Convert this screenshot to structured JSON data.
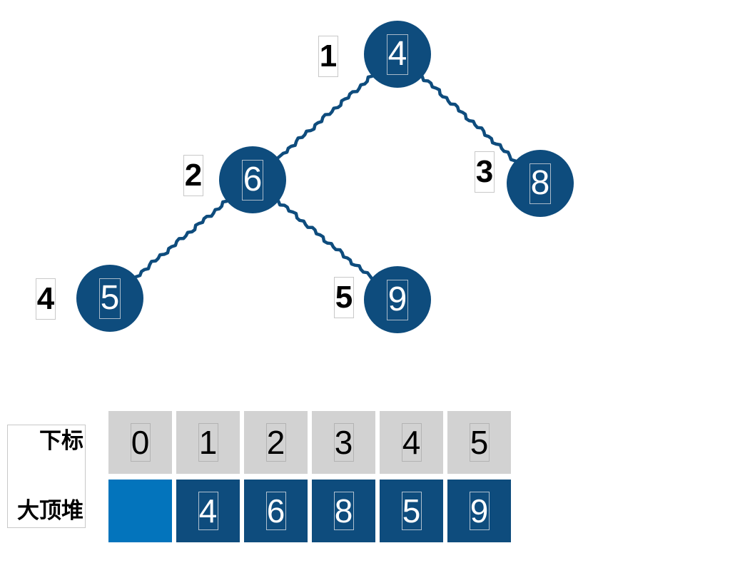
{
  "title": "max-heap-tree-and-array-diagram",
  "colors": {
    "node_fill": "#0e4c7d",
    "edge": "#0e4c7d",
    "index_cell_bg": "#d2d2d2",
    "heap_cell_bg": "#0e4c7d",
    "heap_empty_cell_bg": "#0374bc",
    "index_text": "#000000",
    "heap_text": "#ffffff"
  },
  "tree": {
    "nodes": [
      {
        "index_label": "1",
        "value": "4"
      },
      {
        "index_label": "2",
        "value": "6"
      },
      {
        "index_label": "3",
        "value": "8"
      },
      {
        "index_label": "4",
        "value": "5"
      },
      {
        "index_label": "5",
        "value": "9"
      }
    ],
    "edges": [
      {
        "from": "1",
        "to": "2"
      },
      {
        "from": "1",
        "to": "3"
      },
      {
        "from": "2",
        "to": "4"
      },
      {
        "from": "2",
        "to": "5"
      }
    ]
  },
  "table": {
    "index_row_label": "下标",
    "heap_row_label": "大顶堆",
    "index_cells": [
      "0",
      "1",
      "2",
      "3",
      "4",
      "5"
    ],
    "heap_cells": [
      "",
      "4",
      "6",
      "8",
      "5",
      "9"
    ]
  }
}
